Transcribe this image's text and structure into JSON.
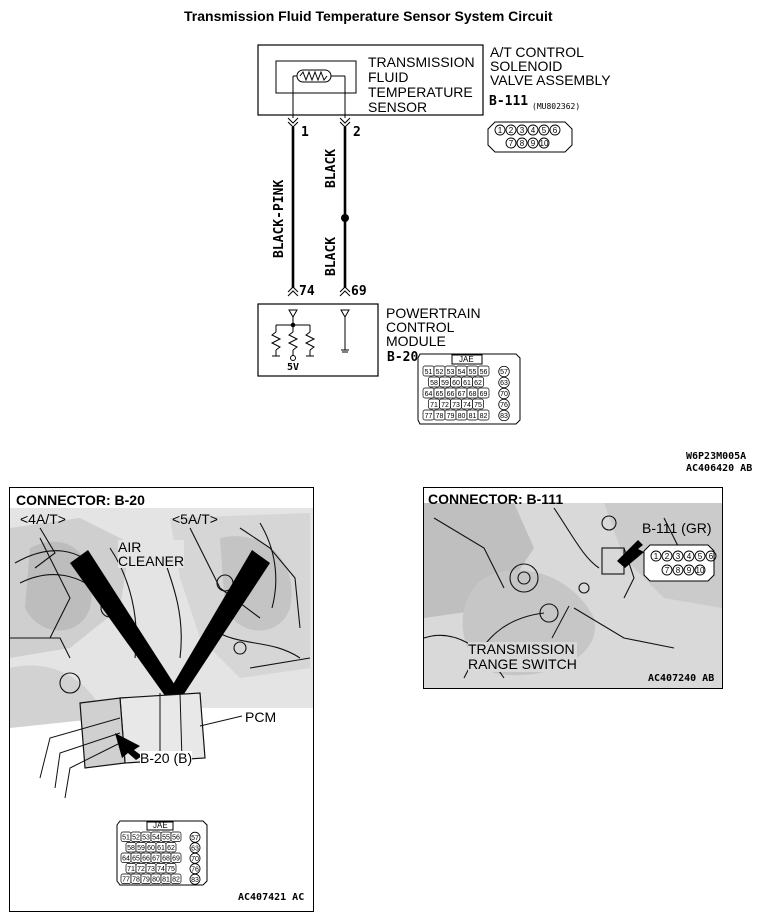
{
  "title": "Transmission Fluid Temperature Sensor System Circuit",
  "sensor": {
    "label_lines": [
      "TRANSMISSION",
      "FLUID",
      "TEMPERATURE",
      "SENSOR"
    ]
  },
  "solenoid_assembly": {
    "label_lines": [
      "A/T CONTROL",
      "SOLENOID",
      "VALVE ASSEMBLY"
    ],
    "connector": "B-111",
    "part_no": "(MU802362)",
    "pins_row1": [
      "1",
      "2",
      "3",
      "4",
      "5",
      "6"
    ],
    "pins_row2": [
      "7",
      "8",
      "9",
      "10"
    ]
  },
  "wires": [
    {
      "top_pin": "1",
      "bottom_pin": "74",
      "color": "BLACK-PINK"
    },
    {
      "top_pin": "2",
      "bottom_pin": "69",
      "color_upper": "BLACK",
      "color_lower": "BLACK"
    }
  ],
  "pcm": {
    "label_lines": [
      "POWERTRAIN",
      "CONTROL",
      "MODULE"
    ],
    "connector": "B-20",
    "voltage": "5V",
    "connector_brand": "JAE",
    "pin_rows": [
      [
        "51",
        "52",
        "53",
        "54",
        "55",
        "56",
        "57"
      ],
      [
        "58",
        "59",
        "60",
        "61",
        "62",
        "63"
      ],
      [
        "64",
        "65",
        "66",
        "67",
        "68",
        "69",
        "70"
      ],
      [
        "71",
        "72",
        "73",
        "74",
        "75",
        "76"
      ],
      [
        "77",
        "78",
        "79",
        "80",
        "81",
        "82",
        "83"
      ]
    ]
  },
  "figure_codes": {
    "code1": "W6P23M005A",
    "code2": "AC406420 AB"
  },
  "panel_b20": {
    "heading": "CONNECTOR: B-20",
    "variant_4at": "<4A/T>",
    "variant_5at": "<5A/T>",
    "air_cleaner_lines": [
      "AIR",
      "CLEANER"
    ],
    "pcm_label": "PCM",
    "connector_callout": "B-20 (B)",
    "connector_brand": "JAE",
    "figure_code": "AC407421 AC"
  },
  "panel_b111": {
    "heading": "CONNECTOR: B-111",
    "connector_callout": "B-111 (GR)",
    "switch_lines": [
      "TRANSMISSION",
      "RANGE SWITCH"
    ],
    "pins_row1": [
      "1",
      "2",
      "3",
      "4",
      "5",
      "6"
    ],
    "pins_row2": [
      "7",
      "8",
      "9",
      "10"
    ],
    "figure_code": "AC407240 AB"
  }
}
